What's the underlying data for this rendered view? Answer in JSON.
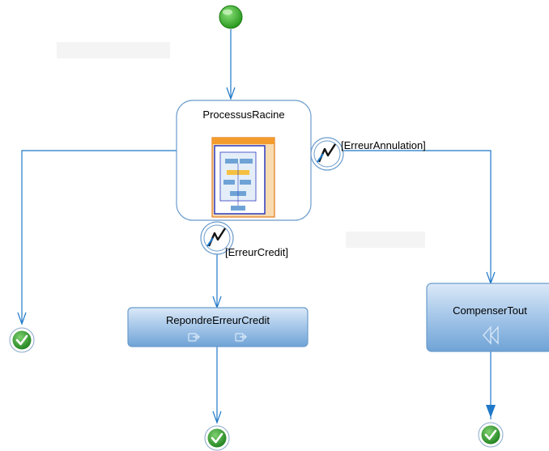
{
  "diagram": {
    "process": {
      "label": "ProcessusRacine"
    },
    "events": {
      "cancel": {
        "label": "[ErreurAnnulation]"
      },
      "credit": {
        "label": "[ErreurCredit]"
      }
    },
    "activities": {
      "respond_credit": {
        "label": "RepondreErreurCredit"
      },
      "compensate": {
        "label": "CompenserTout"
      }
    },
    "colors": {
      "connector": "#1f78c8",
      "start": "#2fa61f",
      "end": "#2e8f2e",
      "activity_fill_top": "#cfe3f7",
      "activity_fill_bottom": "#86b4df",
      "activity_border": "#6a9bcc",
      "process_border": "#6a9bcc"
    },
    "icons": {
      "start": "start-node-icon",
      "end": "end-node-checkmark-icon",
      "event": "lightning-event-icon",
      "subprocess": "subprocess-thumbnail-icon",
      "compensate": "rewind-icon",
      "message": "send-message-icon"
    }
  }
}
